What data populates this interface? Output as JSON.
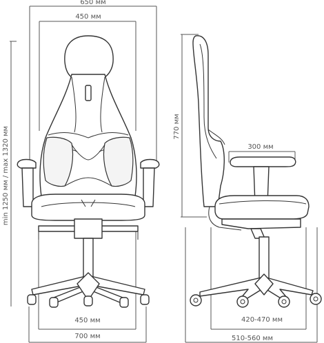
{
  "dimensions": {
    "front_overall_width": "650 мм",
    "front_back_width": "450 мм",
    "front_height_range": "min 1250 мм / max 1320 мм",
    "front_seat_width": "450 мм",
    "front_base_width": "700 мм",
    "side_back_height": "770 мм",
    "side_armrest_length": "300 мм",
    "side_seat_depth": "420-470 мм",
    "side_overall_depth": "510-560 мм"
  }
}
